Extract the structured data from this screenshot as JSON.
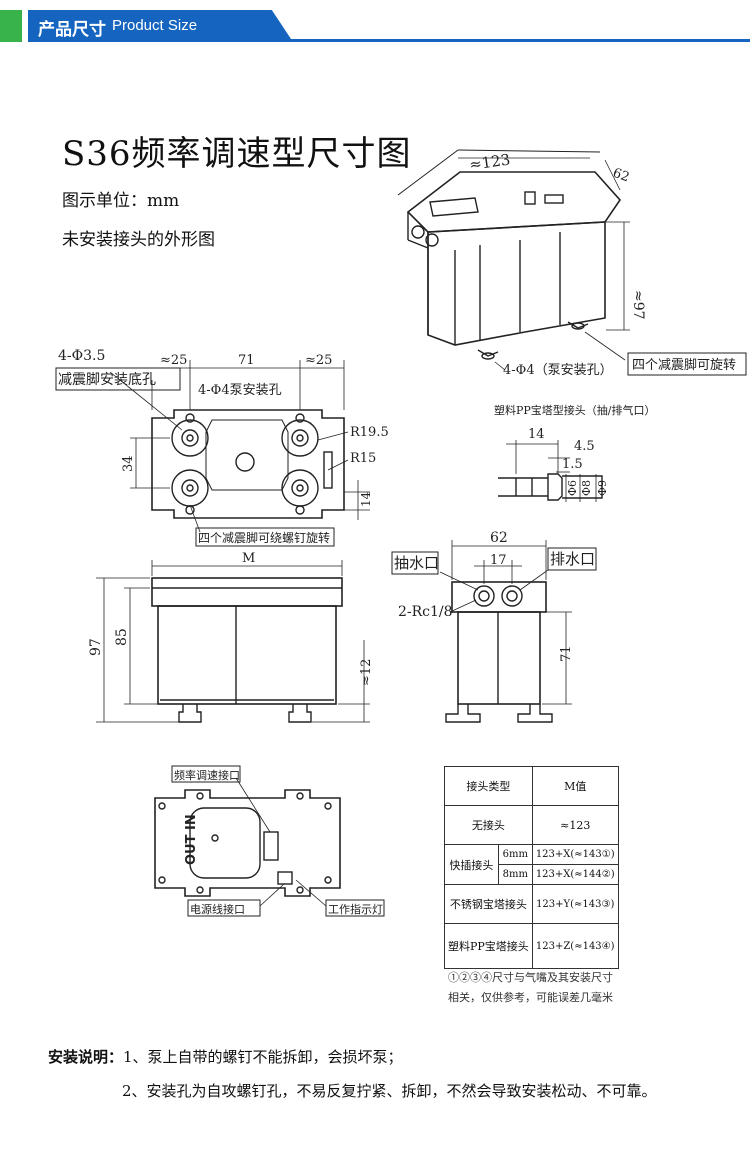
{
  "header": {
    "title_cn": "产品尺寸",
    "title_en": "Product Size",
    "colors": {
      "blue": "#1565c0",
      "green": "#38b24a"
    }
  },
  "title": "S36频率调速型尺寸图",
  "unit_label": "图示单位：mm",
  "subtitle": "未安装接头的外形图",
  "iso_view": {
    "dim_length": "≈123",
    "dim_width": "62",
    "dim_height": "≈97",
    "label_holes": "4-Φ4（泵安装孔）",
    "label_feet": "四个减震脚可旋转"
  },
  "top_view": {
    "dim_hole_small": "4-Φ3.5",
    "label_base_holes": "减震脚安装底孔",
    "dim_left": "≈25",
    "dim_center": "71",
    "dim_right": "≈25",
    "dim_pump_holes": "4-Φ4泵安装孔",
    "dim_r1": "R19.5",
    "dim_r2": "R15",
    "dim_34": "34",
    "dim_14": "14",
    "label_rotate": "四个减震脚可绕螺钉旋转"
  },
  "fitting": {
    "title": "塑料PP宝塔型接头（抽/排气口）",
    "dim_14": "14",
    "dim_45": "4.5",
    "dim_15": "1.5",
    "dim_d6": "Φ6",
    "dim_d8": "Φ8",
    "dim_d9": "Φ9"
  },
  "front_view": {
    "dim_m": "M",
    "dim_97": "97",
    "dim_85": "85",
    "dim_12": "≈12"
  },
  "side_view": {
    "dim_62": "62",
    "dim_17": "17",
    "label_in": "抽水口",
    "label_out": "排水口",
    "label_rc": "2-Rc1/8",
    "dim_71": "71"
  },
  "bottom_view": {
    "label_speed": "频率调速接口",
    "label_outin": "OUT IN",
    "label_power": "电源线接口",
    "label_light": "工作指示灯"
  },
  "m_table": {
    "header": [
      "接头类型",
      "M值"
    ],
    "rows": [
      {
        "type": "无接头",
        "sub": "",
        "value": "≈123"
      },
      {
        "type": "快插接头",
        "sub": "6mm",
        "value": "123+X(≈143①)"
      },
      {
        "type": "",
        "sub": "8mm",
        "value": "123+X(≈144②)"
      },
      {
        "type": "不锈钢宝塔接头",
        "sub": "",
        "value": "123+Y(≈143③)"
      },
      {
        "type": "塑料PP宝塔接头",
        "sub": "",
        "value": "123+Z(≈143④)"
      }
    ],
    "note_line1": "①②③④尺寸与气嘴及其安装尺寸",
    "note_line2": "相关，仅供参考，可能误差几毫米"
  },
  "install_notes": {
    "label": "安装说明：",
    "item1": "1、泵上自带的螺钉不能拆卸，会损坏泵；",
    "item2": "2、安装孔为自攻螺钉孔，不易反复拧紧、拆卸，不然会导致安装松动、不可靠。"
  }
}
